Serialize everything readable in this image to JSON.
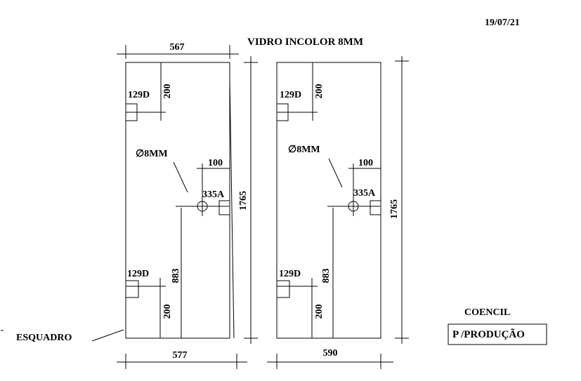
{
  "header": {
    "date": "19/07/21",
    "title": "VIDRO INCOLOR 8MM"
  },
  "left_panel": {
    "top_width": "567",
    "bottom_width": "577",
    "height": "1765",
    "hinge_top": "129D",
    "hinge_bottom": "129D",
    "top_offset": "200",
    "bottom_offset": "200",
    "hole_diameter": "∅8MM",
    "hole_from_edge": "100",
    "lock": "335A",
    "hole_height": "883"
  },
  "right_panel": {
    "bottom_width": "590",
    "height": "1765",
    "hinge_top": "129D",
    "hinge_bottom": "129D",
    "top_offset": "200",
    "bottom_offset": "200",
    "hole_diameter": "∅8MM",
    "hole_from_edge": "100",
    "lock": "335A",
    "hole_height": "883"
  },
  "notes": {
    "square_label": "ESQUADRO",
    "client": "COENCIL",
    "destination": "P /PRODUÇÃO"
  }
}
